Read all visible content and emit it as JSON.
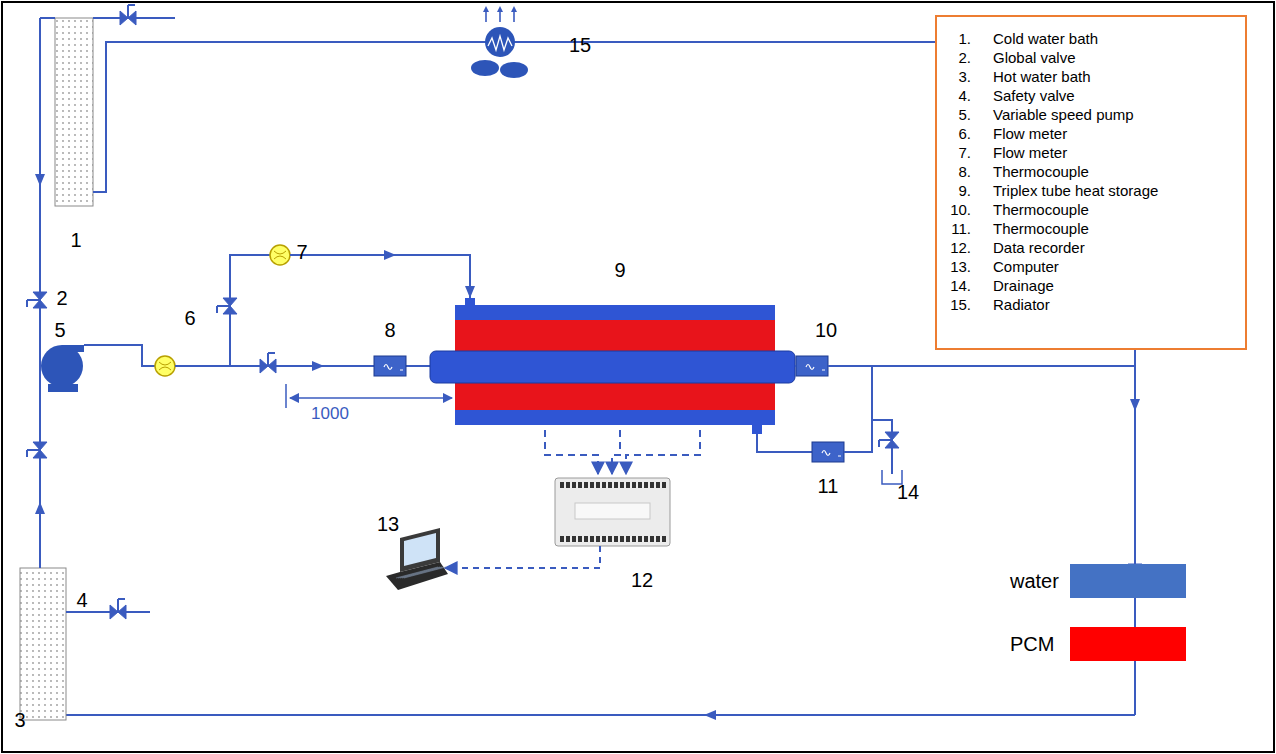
{
  "diagram": {
    "nodes": [
      {
        "text": [
          "1.",
          "Cold water bath",
          "2.",
          "Global valve",
          "3.",
          "Hot water bath",
          "4.",
          "Safety valve",
          "5.",
          "Variable speed pump",
          "6.",
          "Flow meter",
          "7.",
          "Flow meter",
          "8.",
          "Thermocouple",
          "9.",
          "Triplex tube heat storage",
          "10.",
          "Thermocouple",
          "11.",
          "Thermocouple",
          "12.",
          "Data recorder",
          "13.",
          "Computer",
          "14.",
          "Drainage",
          "15.",
          "Radiator"
        ]
      }
    ],
    "labels": [
      "15",
      "1",
      "7",
      "9",
      "2",
      "6",
      "5",
      "8",
      "10",
      "1000",
      "11",
      "14",
      "13",
      "12",
      "4",
      "3"
    ],
    "legend": [
      {
        "text": "water",
        "color": "#4472c4"
      },
      {
        "text": "PCM",
        "color": "#ff0000"
      }
    ]
  }
}
